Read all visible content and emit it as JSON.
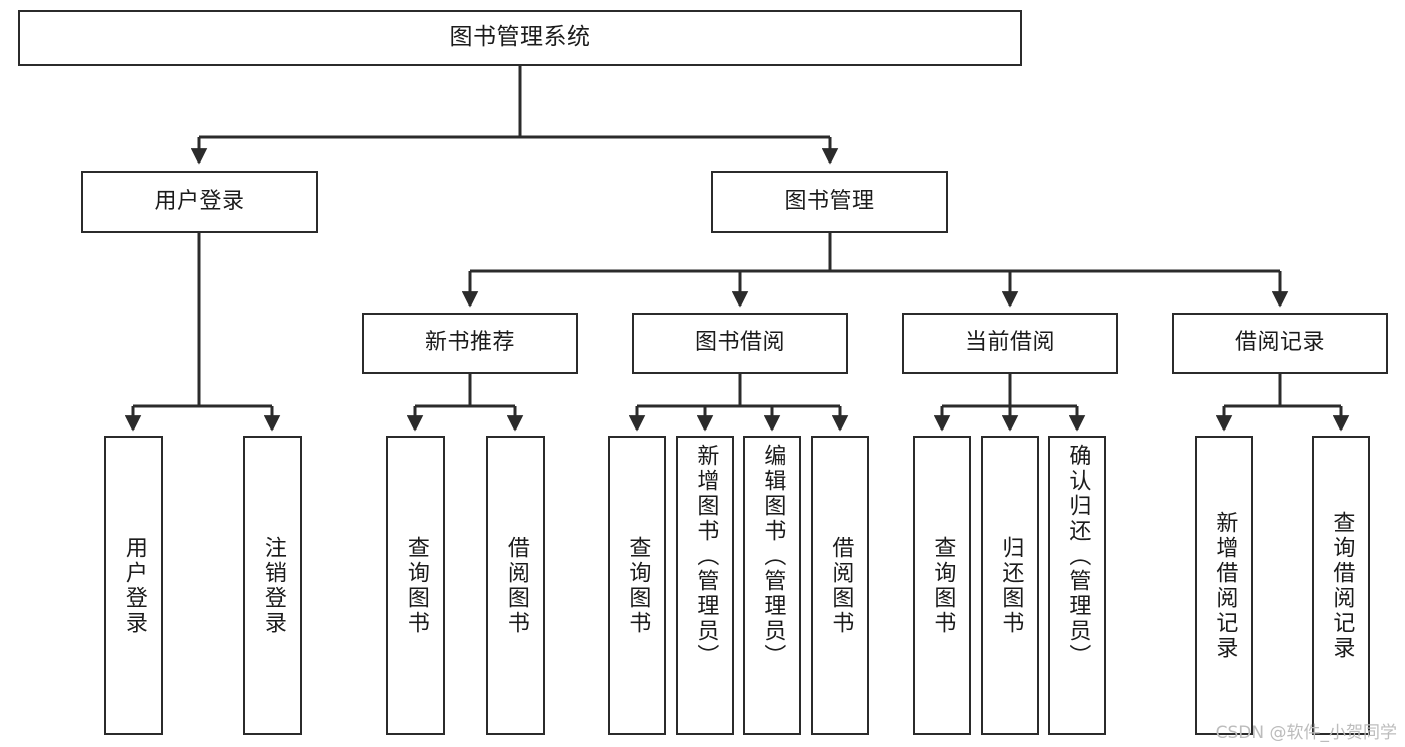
{
  "diagram": {
    "title": "图书管理系统",
    "type": "tree",
    "stroke_color": "#2b2b2b",
    "text_color": "#1b1b1b",
    "background_color": "#ffffff"
  },
  "nodes": {
    "root": {
      "label": "图书管理系统"
    },
    "level2": [
      {
        "label": "用户登录"
      },
      {
        "label": "图书管理"
      }
    ],
    "level3": [
      {
        "label": "新书推荐"
      },
      {
        "label": "图书借阅"
      },
      {
        "label": "当前借阅"
      },
      {
        "label": "借阅记录"
      }
    ],
    "leaves": {
      "user_login": [
        {
          "label": "用户登录"
        },
        {
          "label": "注销登录"
        }
      ],
      "new_book_recommend": [
        {
          "label": "查询图书"
        },
        {
          "label": "借阅图书"
        }
      ],
      "book_borrow": [
        {
          "label": "查询图书"
        },
        {
          "label": "新增图书（管理员）"
        },
        {
          "label": "编辑图书（管理员）"
        },
        {
          "label": "借阅图书"
        }
      ],
      "current_borrow": [
        {
          "label": "查询图书"
        },
        {
          "label": "归还图书"
        },
        {
          "label": "确认归还（管理员）"
        }
      ],
      "borrow_record": [
        {
          "label": "新增借阅记录"
        },
        {
          "label": "查询借阅记录"
        }
      ]
    }
  },
  "watermark": {
    "text": "CSDN @软件_小贺同学"
  }
}
